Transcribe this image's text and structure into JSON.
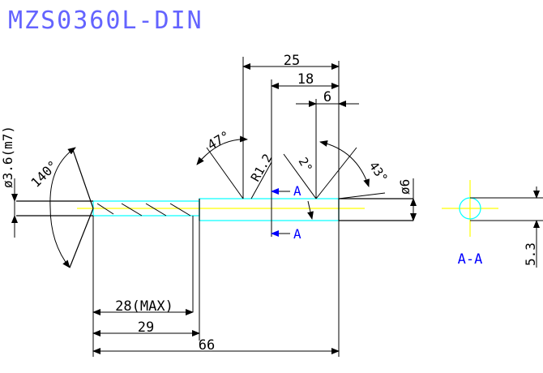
{
  "title": "MZS0360L-DIN",
  "dimensions": {
    "overall_length": "66",
    "shank_length": "29",
    "flute_length_max": "28(MAX)",
    "dim_25": "25",
    "dim_18": "18",
    "dim_6": "6",
    "diameter_left": "ø3.6(m7)",
    "diameter_right": "ø6",
    "flat_height": "5.3"
  },
  "angles": {
    "point_angle": "140°",
    "angle_47": "47°",
    "angle_2": "2°",
    "angle_43": "43°"
  },
  "radius": "R1.2",
  "section": {
    "marker": "A",
    "view_label": "A-A"
  },
  "colors": {
    "line": "#000000",
    "part_outline": "#00ffff",
    "centerline": "#ffff00",
    "title_text": "#6464ff",
    "section_text": "#0000ff",
    "dim_text": "#000000"
  }
}
